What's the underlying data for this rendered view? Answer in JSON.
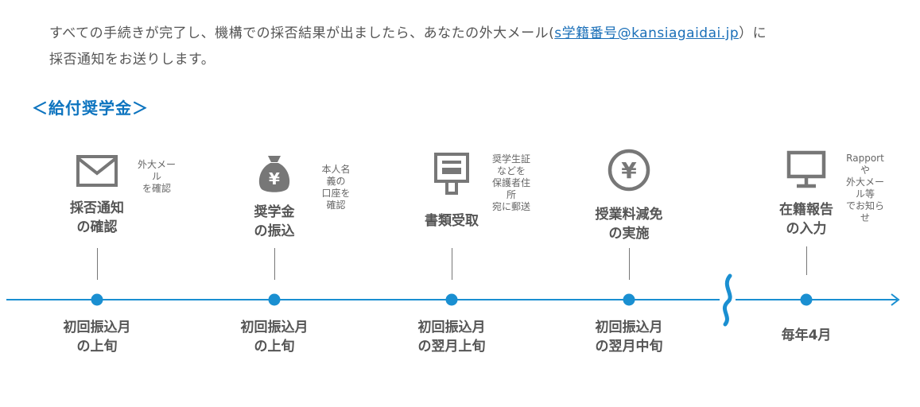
{
  "intro": {
    "text_before": "すべての手続きが完了し、機構での採否結果が出ましたら、あなたの外大メール(",
    "email_link": "s学籍番号@kansiagaidai.jp",
    "text_after": "）に",
    "line2": "採否通知をお送りします。"
  },
  "section_title": "＜給付奨学金＞",
  "colors": {
    "accent": "#1a8fd1",
    "title": "#0d74bf",
    "icon": "#777777",
    "text": "#555555"
  },
  "steps": [
    {
      "icon": "envelope-icon",
      "note": "外大メール\nを確認",
      "label": "採否通知\nの確認",
      "date": "初回振込月\nの上旬"
    },
    {
      "icon": "money-bag-yen-icon",
      "note": "本人名義の\n口座を確認",
      "label": "奨学金\nの振込",
      "date": "初回振込月\nの上旬"
    },
    {
      "icon": "mailbox-icon",
      "note": "奨学生証\nなどを\n保護者住所\n宛に郵送",
      "label": "書類受取",
      "date": "初回振込月\nの翌月上旬"
    },
    {
      "icon": "yen-coin-icon",
      "note": "",
      "label": "授業料減免\nの実施",
      "date": "初回振込月\nの翌月中旬"
    },
    {
      "icon": "computer-monitor-icon",
      "note": "Rapportや\n外大メール等\nでお知らせ",
      "label": "在籍報告\nの入力",
      "date": "毎年4月"
    }
  ]
}
